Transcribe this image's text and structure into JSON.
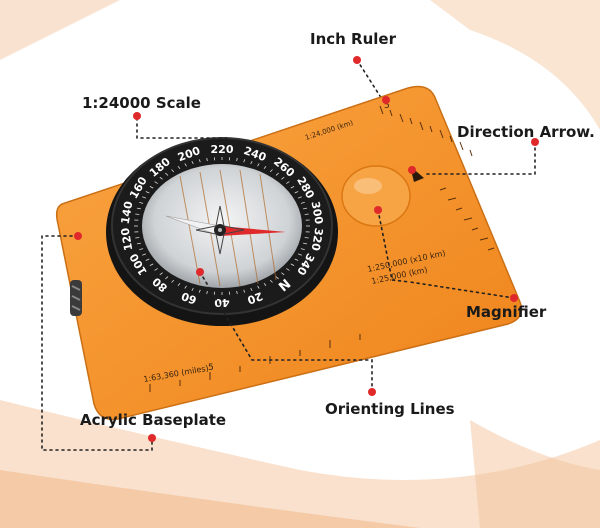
{
  "callouts": {
    "inch_ruler": "Inch Ruler",
    "scale_24000": "1:24000 Scale",
    "direction_arrow": "Direction Arrow.",
    "magnifier": "Magnifier",
    "acrylic_baseplate": "Acrylic Baseplate",
    "orienting_lines": "Orienting Lines"
  },
  "baseplate_text": {
    "scale_24000": "1:24,000 (km)",
    "scale_250000_a": "1:250,000 (x10 km)",
    "scale_250000_b": "1:25,000 (km)",
    "scale_63360": "1:63,360 (miles)",
    "ruler_mark": "5",
    "mile_mark": "5"
  },
  "bezel_numbers": [
    "200",
    "220",
    "240",
    "260",
    "280",
    "300",
    "320",
    "340",
    "N",
    "20",
    "40",
    "60",
    "80",
    "100",
    "120",
    "140",
    "160",
    "180"
  ],
  "colors": {
    "background": "#ffffff",
    "brush": "#f4c9a4",
    "baseplate": "#f28a1e",
    "bezel": "#1b1b1b",
    "needle_red": "#e0292b",
    "callout_dot": "#e0292b"
  }
}
